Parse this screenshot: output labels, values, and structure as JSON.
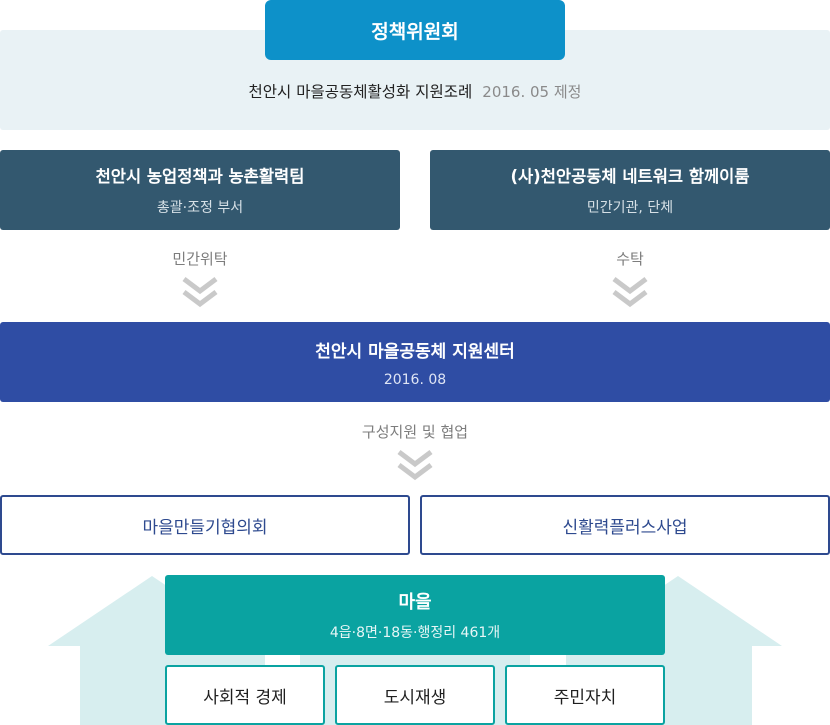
{
  "committee": {
    "title": "정책위원회",
    "ordinance": "천안시 마을공동체활성화 지원조례",
    "ordinance_date": "2016. 05 제정"
  },
  "left_org": {
    "title": "천안시 농업정책과 농촌활력팀",
    "subtitle": "총괄·조정 부서"
  },
  "right_org": {
    "title": "(사)천안공동체 네트워크 함께이룸",
    "subtitle": "민간기관, 단체"
  },
  "flows": {
    "left": "민간위탁",
    "right": "수탁",
    "center": "구성지원 및 협업"
  },
  "support_center": {
    "title": "천안시 마을공동체 지원센터",
    "subtitle": "2016. 08"
  },
  "programs": {
    "council": "마을만들기협의회",
    "vitality": "신활력플러스사업"
  },
  "village": {
    "title": "마을",
    "subtitle": "4읍·8면·18동·행정리 461개",
    "items": [
      "사회적 경제",
      "도시재생",
      "주민자치"
    ]
  },
  "colors": {
    "committee_blue": "#0d91c9",
    "org_dark": "#33586f",
    "center_blue": "#2f4da4",
    "village_teal": "#0aa3a1",
    "light_teal": "#d7eeef"
  }
}
